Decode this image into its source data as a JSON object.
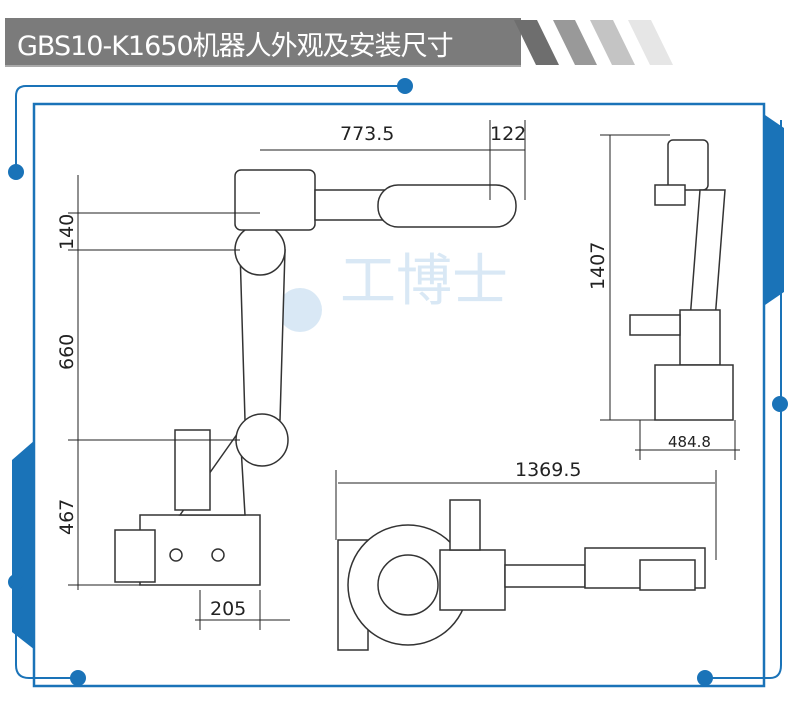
{
  "header": {
    "title": "GBS10-K1650机器人外观及安装尺寸"
  },
  "watermark": {
    "text": "工博士"
  },
  "dimensions": {
    "reach_horizontal": "773.5",
    "wrist_offset": "122",
    "upper_offset": "140",
    "arm_length": "660",
    "base_height": "467",
    "base_offset": "205",
    "total_height": "1407",
    "side_width": "484.8",
    "total_length": "1369.5"
  },
  "colors": {
    "accent": "#1a73b8",
    "header": "#7b7b7b",
    "line": "#333333"
  }
}
